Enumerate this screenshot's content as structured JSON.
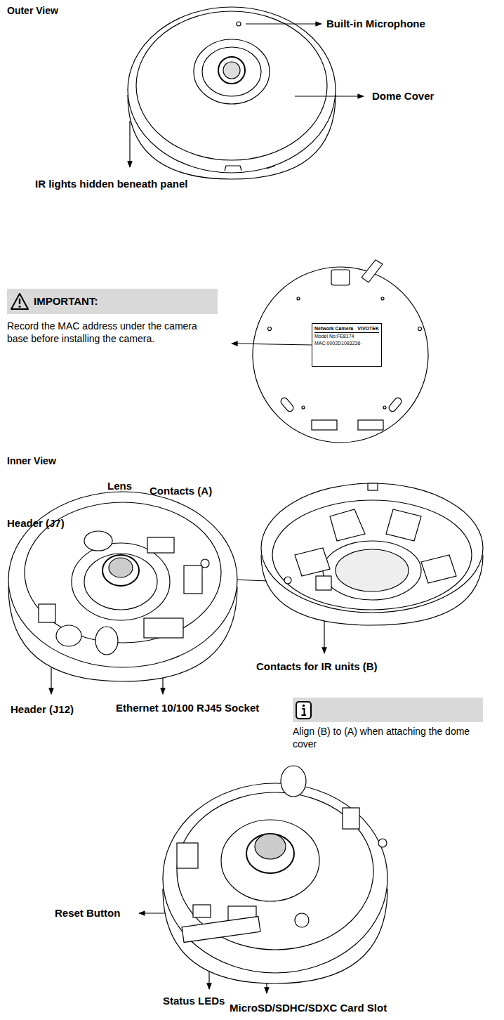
{
  "diagram": {
    "nodes": [
      {
        "text": [
          "IMPORTANT:",
          "Record the MAC address under the camera base before installing the camera."
        ]
      },
      {
        "text": [
          "Network Camera",
          "VIVOTEK",
          "Model No:FE8174",
          "MAC:0002D1083236"
        ]
      }
    ],
    "edges": [
      {
        "from": 1,
        "to": 0,
        "arrow": "to"
      }
    ],
    "labels": [
      "Outer View",
      "Built-in Microphone",
      "Dome Cover",
      "IR lights hidden beneath panel",
      "Inner View",
      "Lens",
      "Contacts (A)",
      "Header (J7)",
      "Contacts for IR units (B)",
      "Header (J12)",
      "Ethernet 10/100 RJ45 Socket",
      "Align (B) to (A) when attaching the dome cover",
      "Reset Button",
      "Status LEDs",
      "MicroSD/SDHC/SDXC Card Slot"
    ]
  }
}
